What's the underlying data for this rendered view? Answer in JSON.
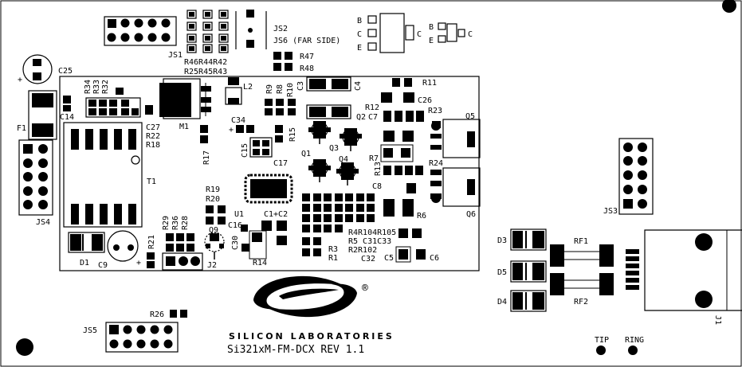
{
  "labels": {
    "js1": "JS1",
    "js2": "JS2",
    "js6": "JS6 (FAR SIDE)",
    "r46r44r42": "R46R44R42",
    "r25r45r43": "R25R45R43",
    "r47": "R47",
    "r48": "R48",
    "b1": "B",
    "c1": "C",
    "e1": "E",
    "cbig": "C",
    "b2": "B",
    "e2": "E",
    "c2": "C",
    "c25": "C25",
    "plus1": "+",
    "r34": "R34",
    "r33": "R33",
    "r32": "R32",
    "l2": "L2",
    "r9": "R9",
    "r8": "R8",
    "r10": "R10",
    "c3": "C3",
    "c4": "C4",
    "r11": "R11",
    "c14": "C14",
    "f1": "F1",
    "m1": "M1",
    "c27": "C27",
    "r22": "R22",
    "r18": "R18",
    "c34": "C34",
    "plus2": "+",
    "c15": "C15",
    "r15": "R15",
    "r17": "R17",
    "r12": "R12",
    "c7": "C7",
    "c26": "C26",
    "r23": "R23",
    "q5": "Q5",
    "q2": "Q2",
    "q3": "Q3",
    "q1": "Q1",
    "q4": "Q4",
    "c17": "C17",
    "r7": "R7",
    "r13": "R13",
    "r24": "R24",
    "c8": "C8",
    "t1": "T1",
    "js4": "JS4",
    "r19": "R19",
    "r20": "R20",
    "u1": "U1",
    "c1c2": "C1+C2",
    "r6": "R6",
    "q6": "Q6",
    "js3": "JS3",
    "r29": "R29",
    "r36": "R36",
    "r28": "R28",
    "r21": "R21",
    "c16": "C16",
    "c30": "C30",
    "r14": "R14",
    "q9": "Q9",
    "r4r104r105": "R4R104R105",
    "r5c31c33": "R5 C31C33",
    "r2r102": "R2R102",
    "r3": "R3",
    "r1": "R1",
    "c32": "C32",
    "c5": "C5",
    "c6": "C6",
    "d1": "D1",
    "c9": "C9",
    "plus3": "+",
    "j2": "J2",
    "d3": "D3",
    "d5": "D5",
    "d4": "D4",
    "rf1": "RF1",
    "rf2": "RF2",
    "j1": "J1",
    "r26": "R26",
    "js5": "JS5",
    "company": "SILICON LABORATORIES",
    "registered": "®",
    "revision": "Si321xM-FM-DCX REV 1.1",
    "tip": "TIP",
    "ring": "RING"
  }
}
